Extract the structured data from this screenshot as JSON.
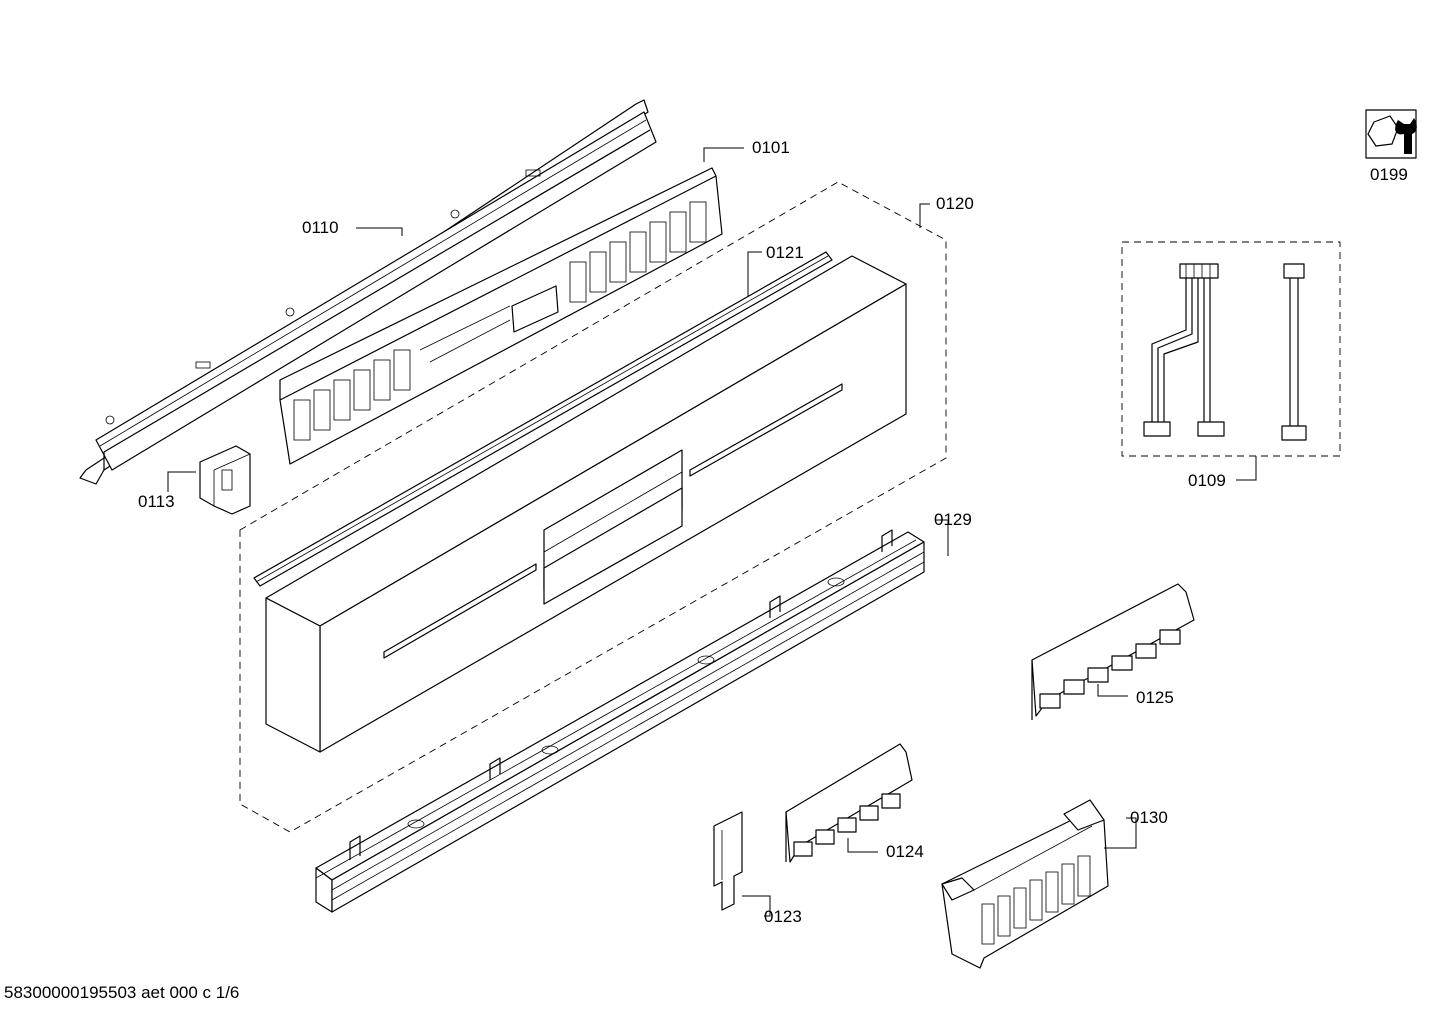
{
  "diagram": {
    "labels": {
      "p0101": "0101",
      "p0109": "0109",
      "p0110": "0110",
      "p0113": "0113",
      "p0120": "0120",
      "p0121": "0121",
      "p0123": "0123",
      "p0124": "0124",
      "p0125": "0125",
      "p0129": "0129",
      "p0130": "0130",
      "p0199": "0199"
    },
    "footer": "58300000195503 aet 000 c 1/6"
  }
}
